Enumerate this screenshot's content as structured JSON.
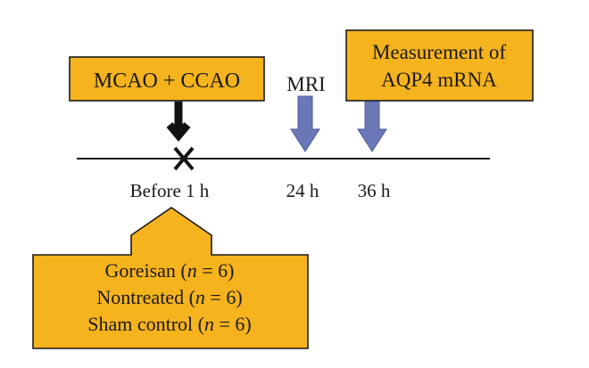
{
  "boxes": {
    "procedure": "MCAO + CCAO",
    "measurement_line1": "Measurement of",
    "measurement_line2": "AQP4 mRNA"
  },
  "labels": {
    "mri": "MRI"
  },
  "timeline": {
    "before": "Before 1 h",
    "t24": "24 h",
    "t36": "36 h"
  },
  "groups": [
    {
      "name": "Goreisan",
      "n_var": "n",
      "n_eq": " = 6"
    },
    {
      "name": "Nontreated",
      "n_var": "n",
      "n_eq": " = 6"
    },
    {
      "name": "Sham control",
      "n_var": "n",
      "n_eq": " = 6"
    }
  ],
  "colors": {
    "box_fill": "#f5b31e",
    "box_stroke": "#1a1a1a",
    "arrow_blue": "#6a78b8",
    "arrow_black": "#111111",
    "timeline": "#1a1a1a"
  }
}
